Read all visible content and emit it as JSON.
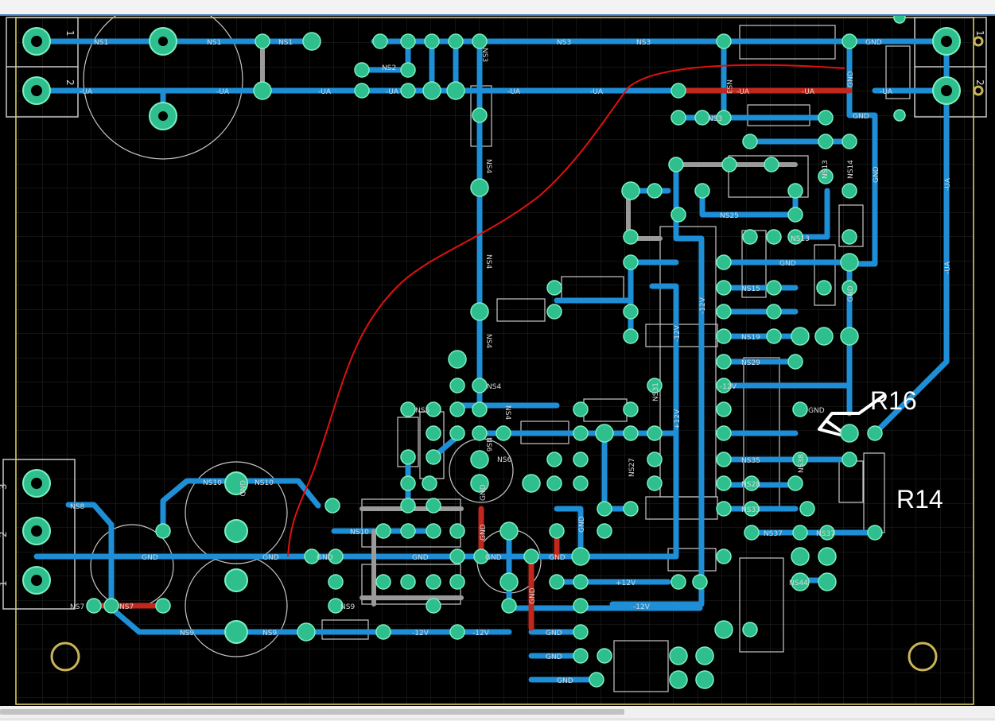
{
  "annotations": {
    "r16": "R16",
    "r14": "R14"
  },
  "connector_pins": {
    "one": "1",
    "two": "2",
    "three": "3"
  },
  "nets": {
    "ns1": "NS1",
    "ns2": "NS2",
    "ns3": "NS3",
    "ns4": "NS4",
    "ns5": "NS5",
    "ns6": "NS6",
    "ns7": "NS7",
    "ns8": "NS8",
    "ns9": "NS9",
    "ns10": "NS10",
    "ns13": "NS13",
    "ns14": "NS14",
    "ns15": "NS15",
    "ns19": "NS19",
    "ns25": "NS25",
    "ns27": "NS27",
    "ns28": "NS28",
    "ns29": "NS29",
    "ns31": "NS31",
    "ns33": "NS33",
    "ns35": "NS35",
    "ns37": "NS37",
    "ns38": "NS38",
    "ns39": "NS39",
    "ns44": "NS44",
    "ua_neg": "-UA",
    "gnd": "GND",
    "v12_neg": "-12V",
    "v12_pos": "+12V",
    "ua": "-UA"
  },
  "colors": {
    "board": "#000000",
    "grid": "#262626",
    "trace_bottom": "#1e8fd6",
    "trace_top": "#c0281e",
    "pad": "#2fbf8f",
    "pad_inner": "#7cf0c0",
    "silk": "#c8c8c8",
    "ratsnest": "#e01010",
    "annotation": "#ffffff",
    "mount_hole": "#c9b45a"
  }
}
